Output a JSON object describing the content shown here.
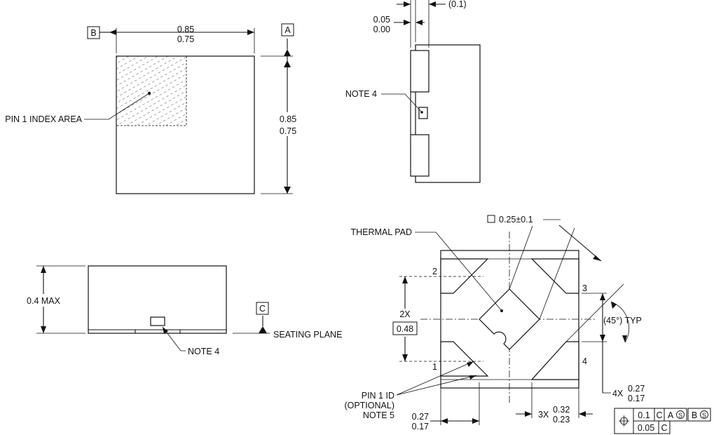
{
  "top_view": {
    "datum_b": "B",
    "datum_a": "A",
    "width_max": "0.85",
    "width_min": "0.75",
    "height_max": "0.85",
    "height_min": "0.75",
    "pin1_label": "PIN 1 INDEX AREA"
  },
  "side_view_right": {
    "standoff_max": "0.05",
    "standoff_min": "0.00",
    "ref_dim": "(0.1)",
    "note": "NOTE 4"
  },
  "front_view": {
    "height": "0.4 MAX",
    "datum_c": "C",
    "seating_plane": "SEATING PLANE",
    "note": "NOTE 4"
  },
  "bottom_view": {
    "thermal_pad": "THERMAL PAD",
    "pad_size_box": "□",
    "pad_size": "0.25±0.1",
    "pins": [
      "1",
      "2",
      "3",
      "4"
    ],
    "pitch_count": "2X",
    "pitch_value": "0.48",
    "angle": "(45°) TYP",
    "pin_width_count": "4X",
    "pin_width_max": "0.27",
    "pin_width_min": "0.17",
    "pin_len_count": "3X",
    "pin_len_max": "0.32",
    "pin_len_min": "0.23",
    "left_dim_max": "0.27",
    "left_dim_min": "0.17",
    "pin1_id_line1": "PIN 1 ID",
    "pin1_id_line2": "(OPTIONAL)",
    "pin1_id_line3": "NOTE 5",
    "fcf": {
      "symbol": "⌖",
      "tol1": "0.1",
      "ref1": "C",
      "ref2": "A",
      "mod": "S",
      "ref3": "B",
      "tol2": "0.05",
      "ref4": "C"
    }
  }
}
